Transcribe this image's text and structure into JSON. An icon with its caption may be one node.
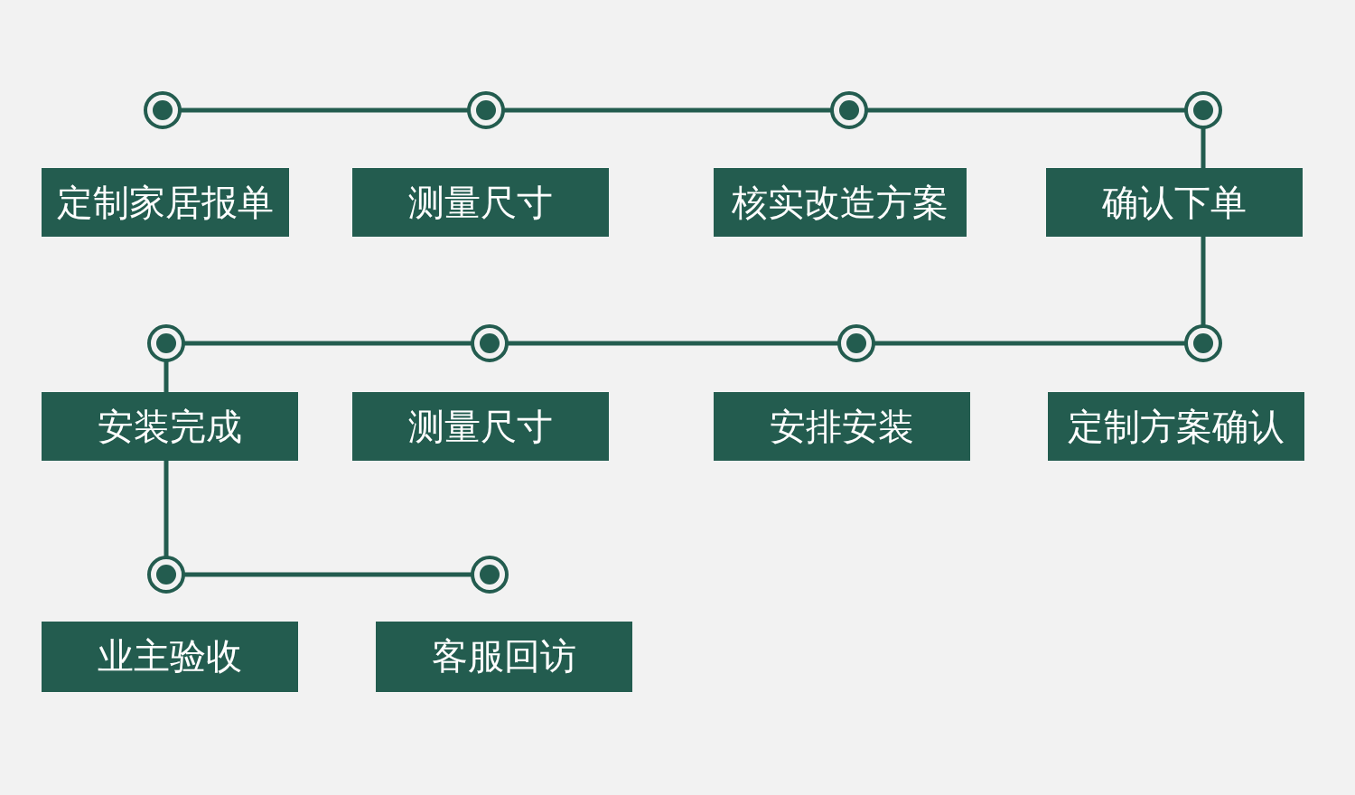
{
  "diagram": {
    "nodes": [
      {
        "text": [],
        "shape": "circle"
      },
      {
        "text": [],
        "shape": "circle"
      },
      {
        "text": [],
        "shape": "circle"
      },
      {
        "text": [],
        "shape": "circle"
      },
      {
        "text": [
          "定制家居报单"
        ]
      },
      {
        "text": [
          "测量尺寸"
        ]
      },
      {
        "text": [
          "核实改造方案"
        ]
      },
      {
        "text": [
          "确认下单"
        ]
      },
      {
        "text": [],
        "shape": "circle"
      },
      {
        "text": [],
        "shape": "circle"
      },
      {
        "text": [],
        "shape": "circle"
      },
      {
        "text": [],
        "shape": "circle"
      },
      {
        "text": [
          "安装完成"
        ]
      },
      {
        "text": [
          "测量尺寸"
        ]
      },
      {
        "text": [
          "安排安装"
        ]
      },
      {
        "text": [
          "定制方案确认"
        ]
      },
      {
        "text": [],
        "shape": "circle"
      },
      {
        "text": [],
        "shape": "circle"
      },
      {
        "text": [
          "业主验收"
        ]
      },
      {
        "text": [
          "客服回访"
        ]
      }
    ],
    "edges": [
      {
        "from": 0,
        "to": 1,
        "arrow": "none"
      },
      {
        "from": 1,
        "to": 2,
        "arrow": "none"
      },
      {
        "from": 2,
        "to": 3,
        "arrow": "none"
      },
      {
        "from": 3,
        "to": 7,
        "arrow": "none"
      },
      {
        "from": 7,
        "to": 11,
        "arrow": "none"
      },
      {
        "from": 11,
        "to": 10,
        "arrow": "none"
      },
      {
        "from": 10,
        "to": 9,
        "arrow": "none"
      },
      {
        "from": 9,
        "to": 8,
        "arrow": "none"
      },
      {
        "from": 8,
        "to": 12,
        "arrow": "none"
      },
      {
        "from": 12,
        "to": 16,
        "arrow": "none"
      },
      {
        "from": 16,
        "to": 17,
        "arrow": "none"
      }
    ]
  }
}
